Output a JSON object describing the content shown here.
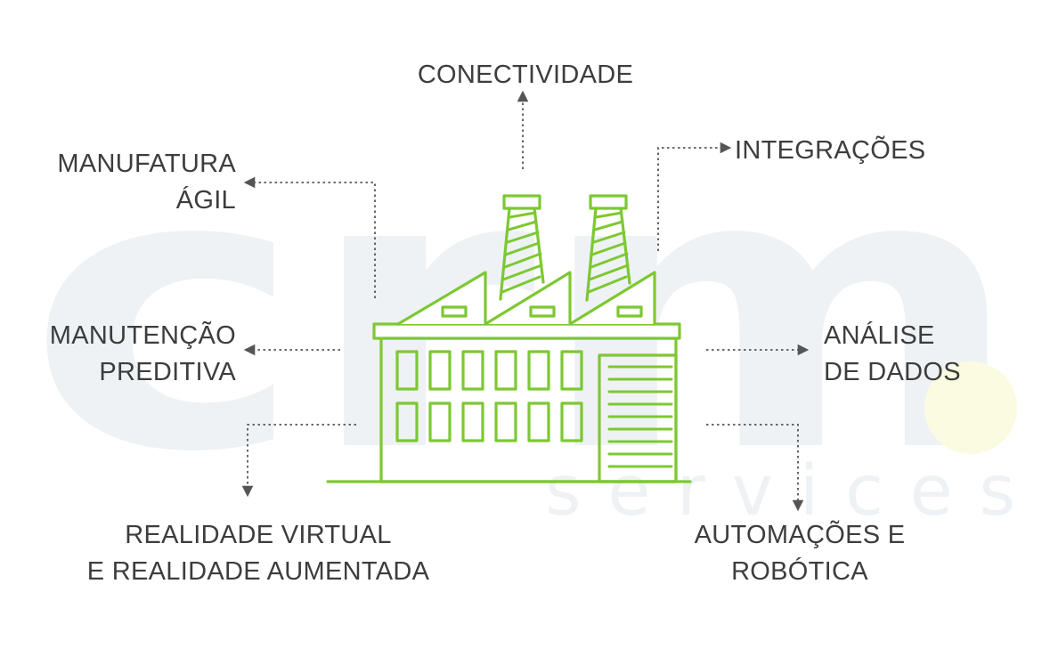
{
  "watermark": {
    "logo_text": "crm",
    "sub_text": "services",
    "color": "#eef2f4",
    "dot_color": "#fbfbe2"
  },
  "colors": {
    "factory": "#7dc832",
    "text": "#3d3d3d",
    "arrow": "#555555"
  },
  "center_icon": "factory-icon",
  "labels": {
    "conectividade": "CONECTIVIDADE",
    "integracoes": "INTEGRAÇÕES",
    "manufatura": [
      "MANUFATURA",
      "ÁGIL"
    ],
    "manutencao": [
      "MANUTENÇÃO",
      "PREDITIVA"
    ],
    "analise": [
      "ANÁLISE",
      "DE DADOS"
    ],
    "realidade": [
      "REALIDADE VIRTUAL",
      "E REALIDADE AUMENTADA"
    ],
    "automacoes": [
      "AUTOMAÇÕES E",
      "ROBÓTICA"
    ]
  }
}
